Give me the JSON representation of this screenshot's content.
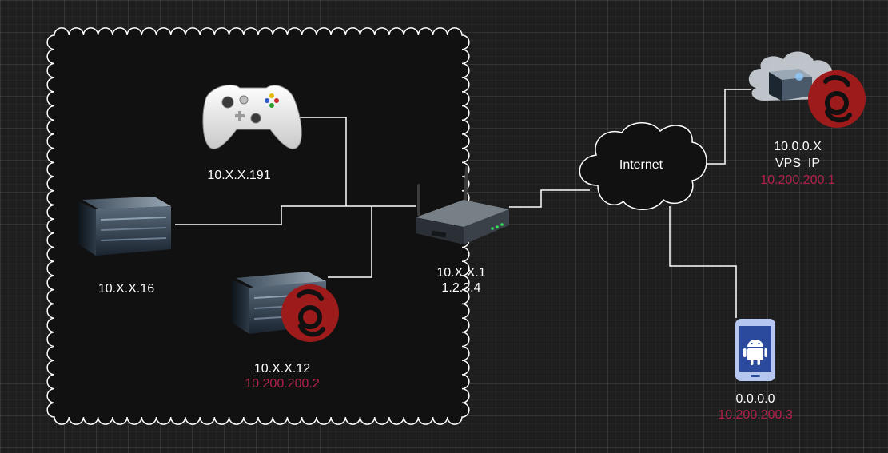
{
  "colors": {
    "background": "#1e1e1e",
    "line": "#ffffff",
    "lan_fill": "#111111",
    "vpn_text": "#b0214a",
    "wireguard_red": "#9e1b1b",
    "phone_body": "#b5c7f0"
  },
  "lan": {
    "xbox": {
      "icon": "game-controller-icon",
      "ip": "10.X.X.191"
    },
    "server_16": {
      "icon": "server-icon",
      "ip": "10.X.X.16"
    },
    "server_12": {
      "icon": "server-icon",
      "badge": "wireguard-icon",
      "ip": "10.X.X.12",
      "vpn_ip": "10.200.200.2"
    },
    "router": {
      "icon": "router-icon",
      "lan_ip": "10.X.X.1",
      "wan_ip": "1.2.3.4"
    }
  },
  "internet": {
    "icon": "cloud-icon",
    "label": "Internet"
  },
  "vps": {
    "icon": "cloud-server-icon",
    "badge": "wireguard-icon",
    "ip": "10.0.0.X",
    "public_ip": "VPS_IP",
    "vpn_ip": "10.200.200.1"
  },
  "phone": {
    "icon": "android-phone-icon",
    "ip": "0.0.0.0",
    "vpn_ip": "10.200.200.3"
  }
}
